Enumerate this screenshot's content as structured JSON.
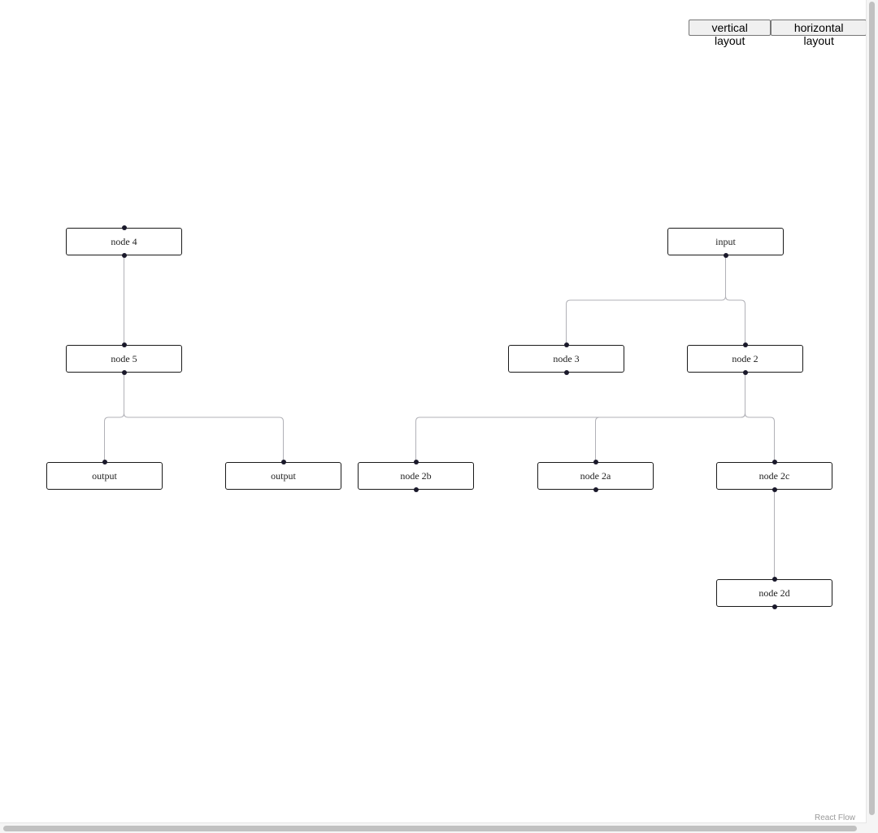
{
  "toolbar": {
    "vertical_label": "vertical layout",
    "horizontal_label": "horizontal layout"
  },
  "attribution": "React Flow",
  "colors": {
    "edge": "#b1b1b7",
    "handle": "#1a192b",
    "node_border": "#1a1a1a"
  },
  "nodes": [
    {
      "id": "node-4",
      "label": "node 4"
    },
    {
      "id": "node-5",
      "label": "node 5"
    },
    {
      "id": "output-1",
      "label": "output"
    },
    {
      "id": "output-2",
      "label": "output"
    },
    {
      "id": "input",
      "label": "input"
    },
    {
      "id": "node-3",
      "label": "node 3"
    },
    {
      "id": "node-2",
      "label": "node 2"
    },
    {
      "id": "node-2b",
      "label": "node 2b"
    },
    {
      "id": "node-2a",
      "label": "node 2a"
    },
    {
      "id": "node-2c",
      "label": "node 2c"
    },
    {
      "id": "node-2d",
      "label": "node 2d"
    }
  ],
  "edges": [
    {
      "source": "node-4",
      "target": "node-5"
    },
    {
      "source": "node-5",
      "target": "output-1"
    },
    {
      "source": "node-5",
      "target": "output-2"
    },
    {
      "source": "input",
      "target": "node-3"
    },
    {
      "source": "input",
      "target": "node-2"
    },
    {
      "source": "node-2",
      "target": "node-2b"
    },
    {
      "source": "node-2",
      "target": "node-2a"
    },
    {
      "source": "node-2",
      "target": "node-2c"
    },
    {
      "source": "node-2c",
      "target": "node-2d"
    }
  ]
}
